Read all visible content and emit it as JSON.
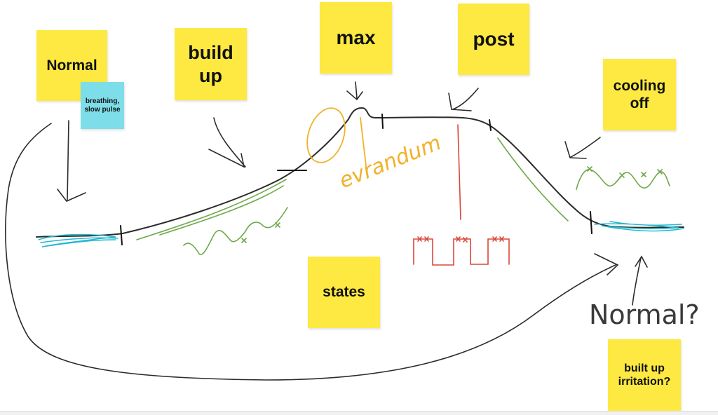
{
  "notes": {
    "normal": "Normal",
    "breathing": "breathing, slow pulse",
    "build_up": "build up",
    "max": "max",
    "post": "post",
    "cooling_off": "cooling off",
    "states": "states",
    "built_up_irritation": "built up irritation?"
  },
  "handwriting": {
    "evrandum": "evrandum",
    "normal_question": "Normal?"
  },
  "colors": {
    "note_yellow": "#fde941",
    "note_blue": "#7ddde8",
    "ink_black": "#2b2b2b",
    "ink_orange": "#f0b22a",
    "ink_red": "#d8483a",
    "ink_green": "#6fa84a",
    "ink_cyan": "#22b8d0"
  }
}
